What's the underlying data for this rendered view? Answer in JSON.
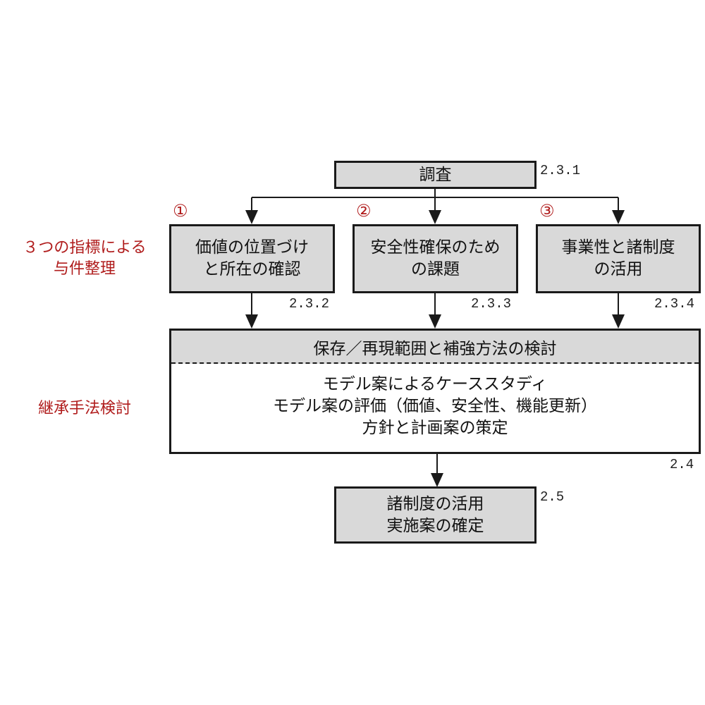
{
  "top": {
    "label": "調査",
    "number": "2.3.1"
  },
  "left_labels": {
    "indicators": [
      "３つの指標による",
      "与件整理"
    ],
    "inheritance": "継承手法検討"
  },
  "indicators": [
    {
      "marker": "①",
      "lines": [
        "価値の位置づけ",
        "と所在の確認"
      ],
      "number": "2.3.2"
    },
    {
      "marker": "②",
      "lines": [
        "安全性確保のため",
        "の課題"
      ],
      "number": "2.3.3"
    },
    {
      "marker": "③",
      "lines": [
        "事業性と諸制度",
        "の活用"
      ],
      "number": "2.3.4"
    }
  ],
  "study": {
    "header": "保存／再現範囲と補強方法の検討",
    "lines": [
      "モデル案によるケーススタディ",
      "モデル案の評価（価値、安全性、機能更新）",
      "方針と計画案の策定"
    ],
    "number": "2.4"
  },
  "final": {
    "lines": [
      "諸制度の活用",
      "実施案の確定"
    ],
    "number": "2.5"
  },
  "colors": {
    "accent_red": "#b01c1c",
    "box_fill": "#d9d9d9",
    "line": "#1a1a1a"
  }
}
